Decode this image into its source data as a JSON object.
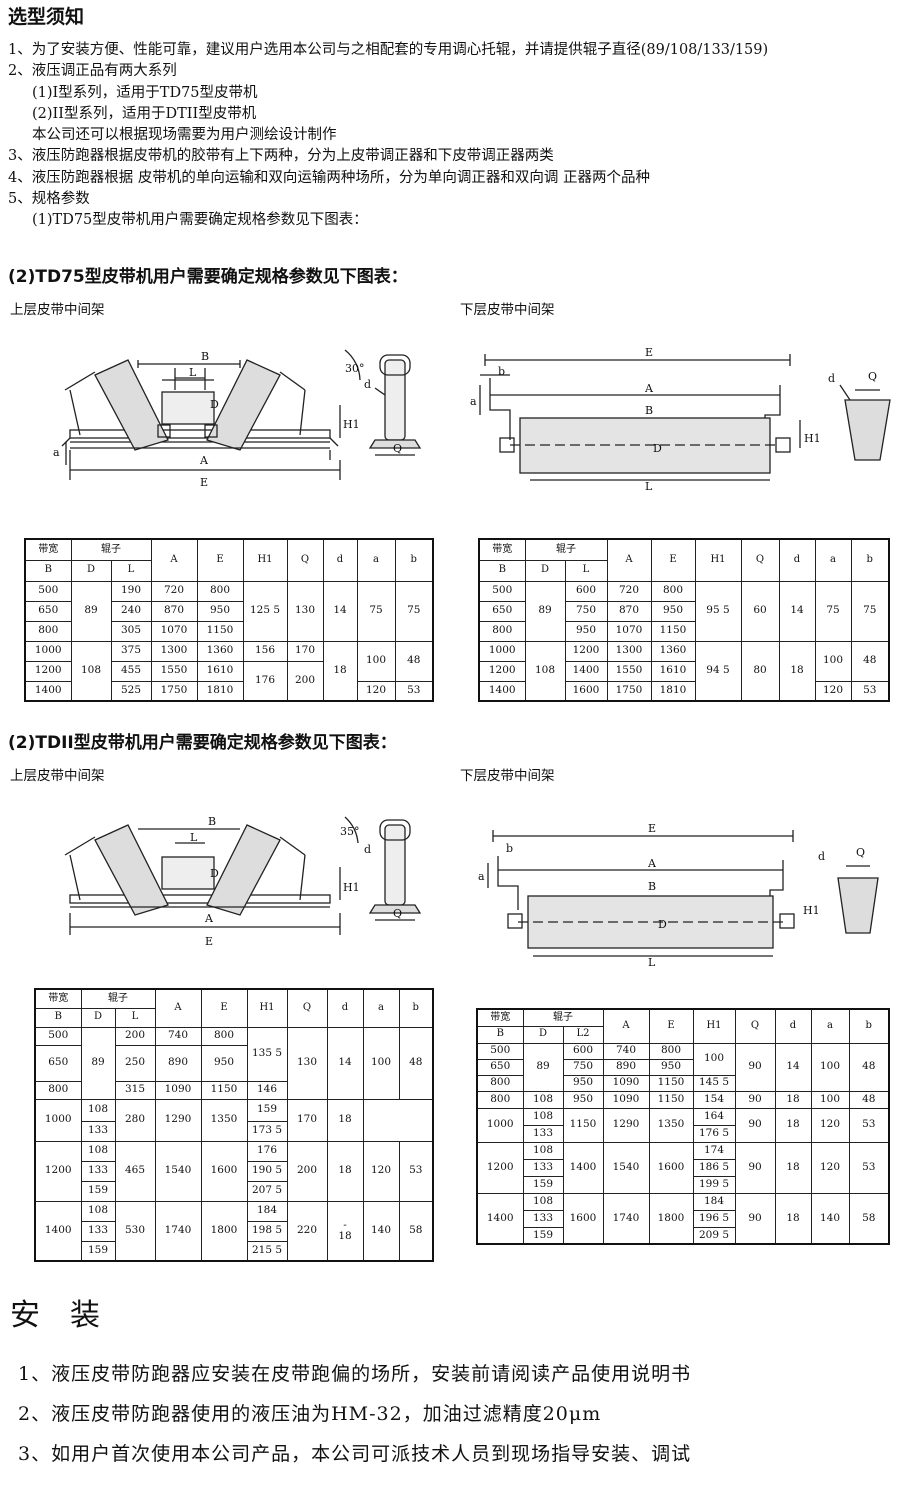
{
  "title": "选型须知",
  "intro": {
    "line1": "1、为了安装方便、性能可靠，建议用户选用本公司与之相配套的专用调心托辊，并请提供辊子直径(89/108/133/159)",
    "line2": "2、液压调正品有两大系列",
    "line3": "(1)I型系列，适用于TD75型皮带机",
    "line4": "(2)II型系列，适用于DTII型皮带机",
    "line5": "本公司还可以根据现场需要为用户测绘设计制作",
    "line6": "3、液压防跑器根据皮带机的胶带有上下两种，分为上皮带调正器和下皮带调正器两类",
    "line7": "4、液压防跑器根据 皮带机的单向运输和双向运输两种场所，分为单向调正器和双向调 正器两个品种",
    "line8": "5、规格参数",
    "line9": "(1)TD75型皮带机用户需要确定规格参数见下图表："
  },
  "section_td75": {
    "heading": "(2)TD75型皮带机用户需要确定规格参数见下图表：",
    "upper_label": "上层皮带中间架",
    "lower_label": "下层皮带中间架"
  },
  "section_dtii": {
    "heading": "(2)TDII型皮带机用户需要确定规格参数见下图表：",
    "upper_label": "上层皮带中间架",
    "lower_label": "下层皮带中间架"
  },
  "diagram_labels": {
    "A": "A",
    "B": "B",
    "L": "L",
    "E": "E",
    "D": "D",
    "H1": "H1",
    "Q": "Q",
    "d": "d",
    "a": "a",
    "b": "b",
    "angle_td75": "30°",
    "angle_dtii": "35°"
  },
  "headers": {
    "belt_width": "带宽",
    "B": "B",
    "roller": "辊子",
    "D": "D",
    "L": "L",
    "L2": "L2",
    "A": "A",
    "E": "E",
    "H1": "H1",
    "Q": "Q",
    "d": "d",
    "a": "a",
    "b": "b"
  },
  "t1": {
    "b": [
      "500",
      "650",
      "800",
      "1000",
      "1200",
      "1400"
    ],
    "D": [
      "89",
      "108"
    ],
    "L": [
      "190",
      "240",
      "305",
      "375",
      "455",
      "525"
    ],
    "A": [
      "720",
      "870",
      "1070",
      "1300",
      "1550",
      "1750"
    ],
    "E": [
      "800",
      "950",
      "1150",
      "1360",
      "1610",
      "1810"
    ],
    "H1": [
      "125 5",
      "156",
      "176"
    ],
    "Q": [
      "130",
      "170",
      "200"
    ],
    "d": [
      "14",
      "18"
    ],
    "a": [
      "75",
      "100",
      "120"
    ],
    "bb": [
      "75",
      "48",
      "53"
    ]
  },
  "t2": {
    "b": [
      "500",
      "650",
      "800",
      "1000",
      "1200",
      "1400"
    ],
    "D": [
      "89",
      "108"
    ],
    "L": [
      "600",
      "750",
      "950",
      "1200",
      "1400",
      "1600"
    ],
    "A": [
      "720",
      "870",
      "1070",
      "1300",
      "1550",
      "1750"
    ],
    "E": [
      "800",
      "950",
      "1150",
      "1360",
      "1610",
      "1810"
    ],
    "H1": [
      "95 5",
      "94 5"
    ],
    "Q": [
      "60",
      "80"
    ],
    "d": [
      "14",
      "18"
    ],
    "a": [
      "75",
      "100",
      "120"
    ],
    "bb": [
      "75",
      "48",
      "53"
    ]
  },
  "t3": {
    "b": [
      "500",
      "650",
      "800",
      "1000",
      "1200",
      "1400"
    ],
    "D": [
      "89",
      "108",
      "133",
      "108",
      "133",
      "159",
      "108",
      "133",
      "159"
    ],
    "L": [
      "200",
      "250",
      "315",
      "280",
      "465",
      "530"
    ],
    "A": [
      "740",
      "890",
      "1090",
      "1290",
      "1540",
      "1740"
    ],
    "E": [
      "800",
      "950",
      "1150",
      "1350",
      "1600",
      "1800"
    ],
    "H1": [
      "135 5",
      "146",
      "159",
      "173 5",
      "176",
      "190 5",
      "207 5",
      "184",
      "198 5",
      "215 5"
    ],
    "Q": [
      "130",
      "170",
      "200",
      "220"
    ],
    "d": [
      "14",
      "18",
      "18",
      "18"
    ],
    "dash": "-",
    "a": [
      "100",
      "120",
      "140"
    ],
    "bb": [
      "48",
      "53",
      "58"
    ]
  },
  "t4": {
    "b": [
      "500",
      "650",
      "800",
      "800",
      "1000",
      "1200",
      "1400"
    ],
    "D": [
      "89",
      "108",
      "108",
      "133",
      "108",
      "133",
      "159",
      "108",
      "133",
      "159"
    ],
    "L": [
      "600",
      "750",
      "950",
      "950",
      "1150",
      "1400",
      "1600"
    ],
    "A": [
      "740",
      "890",
      "1090",
      "1090",
      "1290",
      "1540",
      "1740"
    ],
    "E": [
      "800",
      "950",
      "1150",
      "1150",
      "1350",
      "1600",
      "1800"
    ],
    "H1": [
      "100",
      "145 5",
      "154",
      "164",
      "176 5",
      "174",
      "186 5",
      "199 5",
      "184",
      "196 5",
      "209 5"
    ],
    "Q": [
      "90",
      "90",
      "90",
      "90",
      "90"
    ],
    "d": [
      "14",
      "18",
      "18",
      "18",
      "18"
    ],
    "a": [
      "100",
      "100",
      "120",
      "120",
      "140"
    ],
    "bb": [
      "48",
      "48",
      "53",
      "53",
      "58"
    ]
  },
  "install": {
    "heading": "安装",
    "item1": "1、液压皮带防跑器应安装在皮带跑偏的场所，安装前请阅读产品使用说明书",
    "item2": "2、液压皮带防跑器使用的液压油为HM-32，加油过滤精度20μm",
    "item3": "3、如用户首次使用本公司产品，本公司可派技术人员到现场指导安装、调试"
  }
}
